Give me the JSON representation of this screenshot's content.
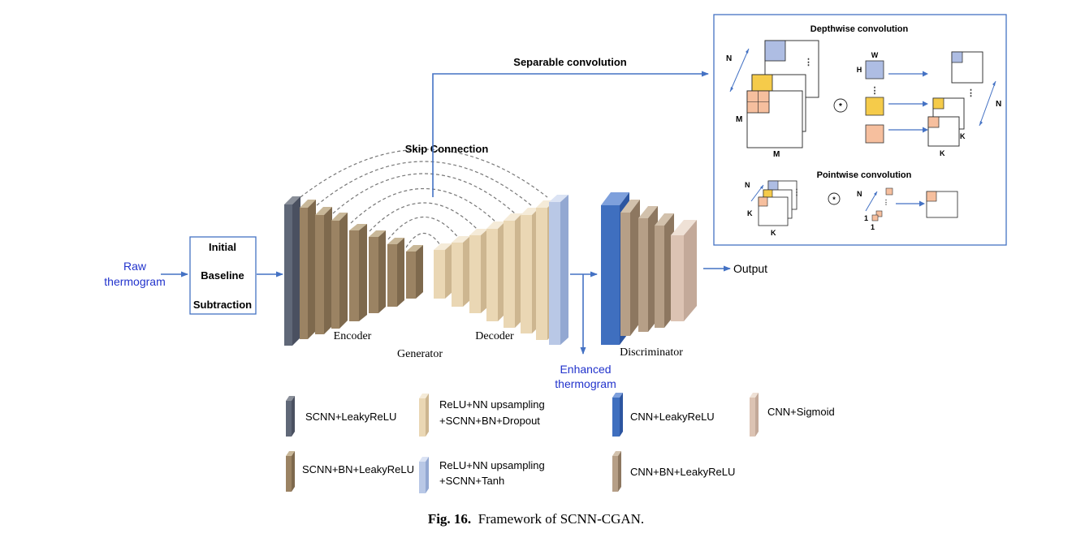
{
  "diagram": {
    "raw_input_line1": "Raw",
    "raw_input_line2": "thermogram",
    "preprocess": [
      "Initial",
      "Baseline",
      "Subtraction"
    ],
    "encoder_label": "Encoder",
    "decoder_label": "Decoder",
    "generator_label": "Generator",
    "skip_connection_label": "Skip Connection",
    "separable_conv_label": "Separable convolution",
    "enhanced_line1": "Enhanced",
    "enhanced_line2": "thermogram",
    "discriminator_label": "Discriminator",
    "output_label": "Output",
    "inset": {
      "depthwise_title": "Depthwise convolution",
      "pointwise_title": "Pointwise convolution",
      "N": "N",
      "M": "M",
      "K": "K",
      "W": "W",
      "H": "H",
      "one": "1",
      "conv_op": "*"
    },
    "legend": [
      {
        "label1": "SCNN+LeakyReLU",
        "label2": "",
        "color": "#606878"
      },
      {
        "label1": "ReLU+NN upsampling",
        "label2": "+SCNN+BN+Dropout",
        "color": "#ead7b4"
      },
      {
        "label1": "CNN+LeakyReLU",
        "label2": "",
        "color": "#3f6fbf"
      },
      {
        "label1": "CNN+Sigmoid",
        "label2": "",
        "color": "#dcc3b3"
      },
      {
        "label1": "SCNN+BN+LeakyReLU",
        "label2": "",
        "color": "#9b8363"
      },
      {
        "label1": "ReLU+NN upsampling",
        "label2": "+SCNN+Tanh",
        "color": "#b9c8e6"
      },
      {
        "label1": "CNN+BN+LeakyReLU",
        "label2": "",
        "color": "#b69f87"
      }
    ]
  },
  "caption": {
    "fig": "Fig. 16.",
    "text": "Framework of SCNN-CGAN."
  }
}
